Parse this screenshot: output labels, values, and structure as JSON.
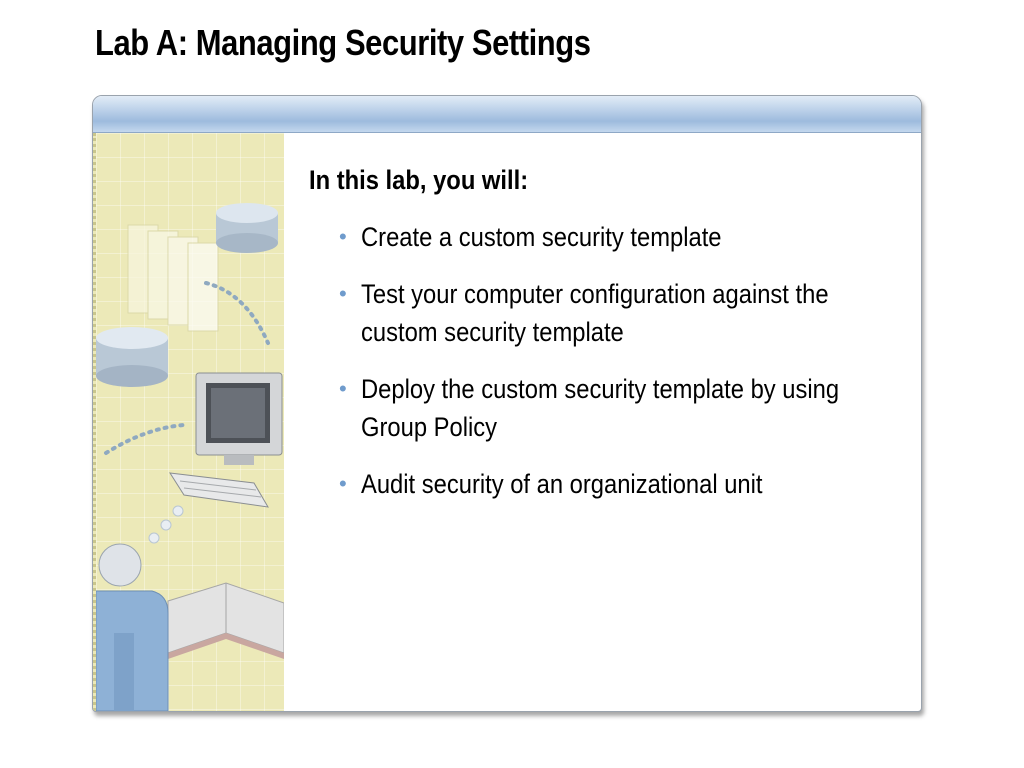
{
  "slide": {
    "title": "Lab A: Managing Security Settings"
  },
  "content": {
    "intro": "In this lab, you will:",
    "bullets": [
      "Create a custom security template",
      "Test your computer configuration against the custom security template",
      "Deploy the custom security template by using Group Policy",
      "Audit security of an organizational unit"
    ]
  },
  "colors": {
    "accent_bullet": "#6f9bcc",
    "header_band": "#b6cde7",
    "art_background": "#ece9b8"
  }
}
